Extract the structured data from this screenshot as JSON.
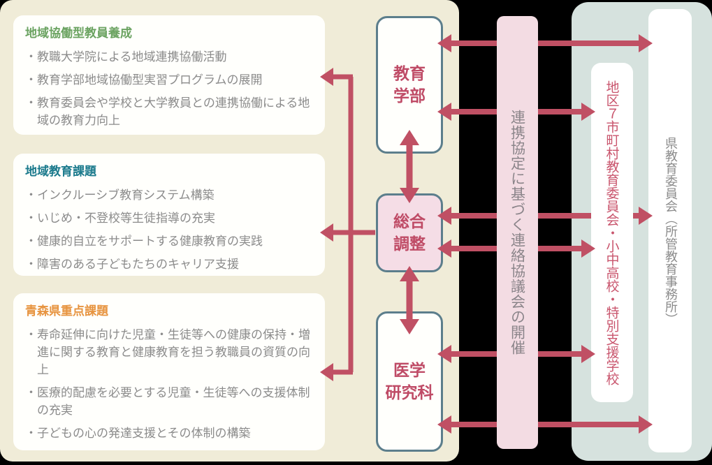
{
  "left_panel": {
    "bullet": "・",
    "boxes": [
      {
        "title": "地域協働型教員養成",
        "title_color": "#6ba361",
        "items": [
          "教職大学院による地域連携協働活動",
          "教育学部地域協働型実習プログラムの展開",
          "教育委員会や学校と大学教員との連携協働による地域の教育力向上"
        ]
      },
      {
        "title": "地域教育課題",
        "title_color": "#1b7a8c",
        "items": [
          "インクルーシブ教育システム構築",
          "いじめ・不登校等生徒指導の充実",
          "健康的自立をサポートする健康教育の実践",
          "障害のある子どもたちのキャリア支援"
        ]
      },
      {
        "title": "青森県重点課題",
        "title_color": "#e79440",
        "items": [
          "寿命延伸に向けた児童・生徒等への健康の保持・増進に関する教育と健康教育を担う教職員の資質の向上",
          "医療的配慮を必要とする児童・生徒等への支援体制の充実",
          "子どもの心の発達支援とその体制の構築"
        ]
      }
    ]
  },
  "center": {
    "nodes": [
      {
        "line1": "教育",
        "line2": "学部"
      },
      {
        "line1": "総合",
        "line2": "調整"
      },
      {
        "line1": "医学",
        "line2": "研究科"
      }
    ]
  },
  "link_bar": {
    "label": "連携協定に基づく連絡協議会の開催"
  },
  "right_panel": {
    "boxes": [
      {
        "label": "地区７市町村教育委員会・小中高校・特別支援学校"
      },
      {
        "label": "県教育委員会（所管教育事務所）"
      }
    ]
  },
  "colors": {
    "arrow": "#c05064",
    "panel_cream": "#f0ecd8",
    "panel_mint": "#d6e2de",
    "bar_pink": "#f3dce3",
    "node_border": "#5c7e8c",
    "node_pink_fill": "#f5dde6",
    "node_text_red": "#bf4b66",
    "chiku_text_red": "#c9556d",
    "title_green": "#6ba361",
    "title_teal": "#1b7a8c",
    "title_orange": "#e79440",
    "body_gray": "#8b8b8b"
  }
}
